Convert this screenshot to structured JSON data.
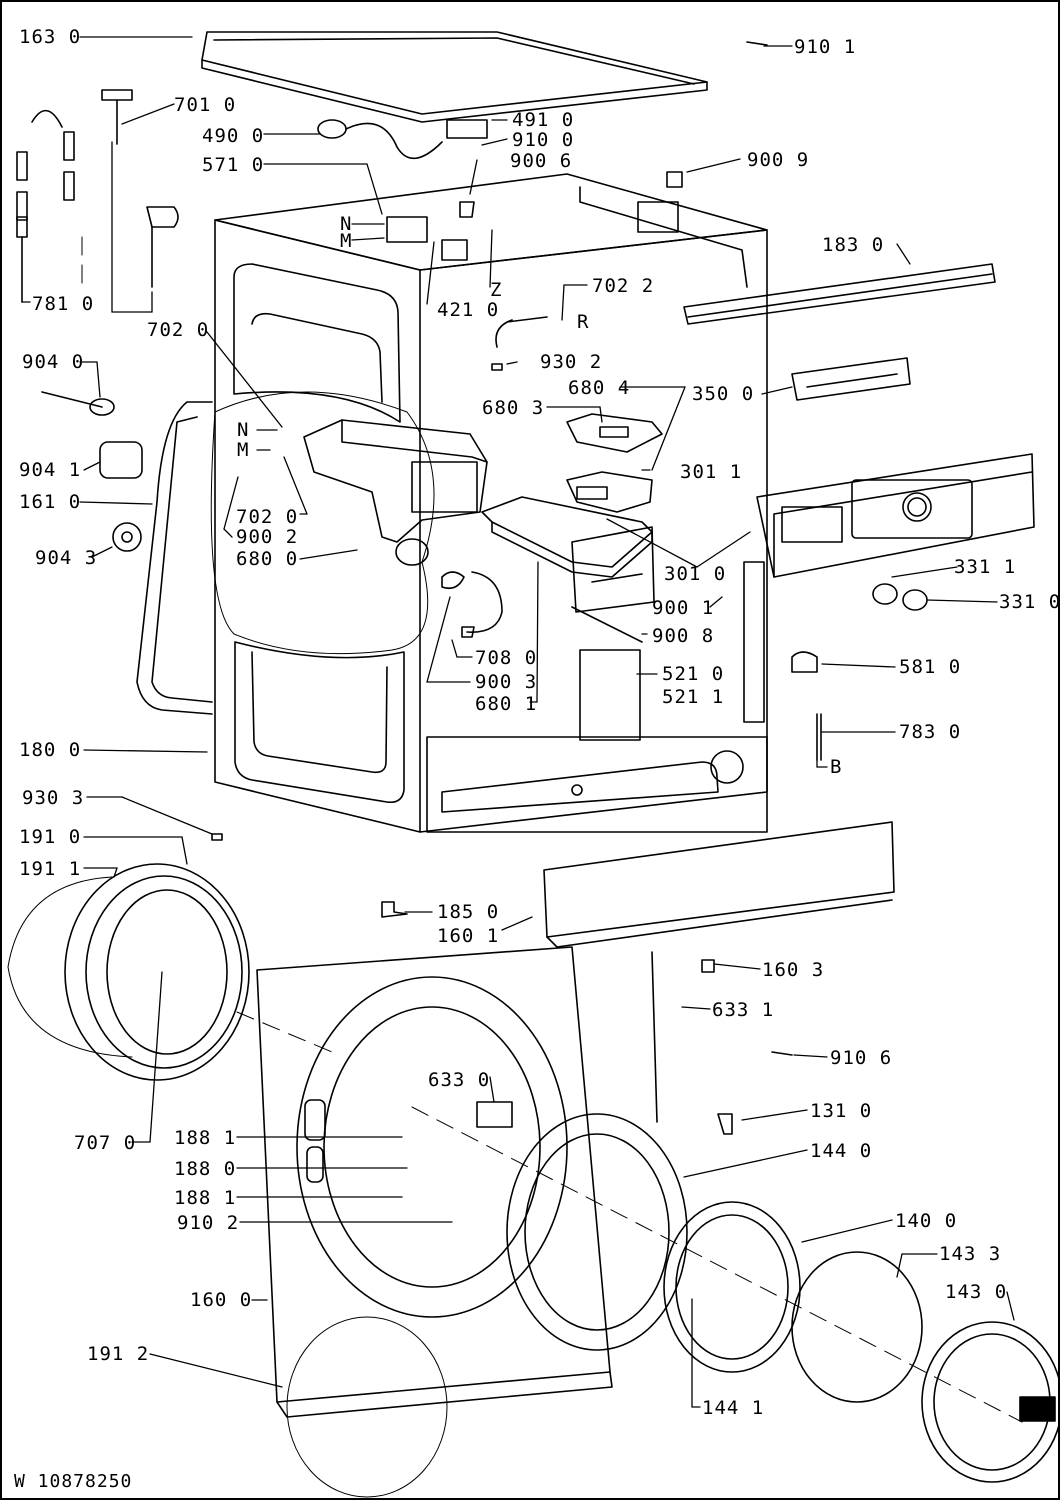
{
  "document_id": "W 10878250",
  "labels": {
    "l1630": "163 0",
    "l9101": "910 1",
    "l7010": "701 0",
    "l4910": "491 0",
    "l4900": "490 0",
    "l9100": "910 0",
    "l9006": "900 6",
    "l5710": "571 0",
    "l9009": "900 9",
    "lN1": "N",
    "lM1": "M",
    "l1830": "183 0",
    "l7810": "781 0",
    "lZ": "Z",
    "l4210": "421 0",
    "l7022": "702 2",
    "lR": "R",
    "l7020": "702 0",
    "l9302": "930 2",
    "l9040": "904 0",
    "l6804": "680 4",
    "l3500": "350 0",
    "l6803": "680 3",
    "lN2": "N",
    "lM2": "M",
    "l9041": "904 1",
    "l3011": "301 1",
    "l1610": "161 0",
    "l7020b": "702 0",
    "l9002": "900 2",
    "l9043": "904 3",
    "l6800": "680 0",
    "l3010": "301 0",
    "l3311": "331 1",
    "l3310": "331 0",
    "l9001": "900 1",
    "l9008": "900 8",
    "l7080": "708 0",
    "l5210": "521 0",
    "l5810": "581 0",
    "l9003": "900 3",
    "l5211": "521 1",
    "l6801": "680 1",
    "l7830": "783 0",
    "lB": "B",
    "l1800": "180 0",
    "l9303": "930 3",
    "l1910": "191 0",
    "l1911": "191 1",
    "l1850": "185 0",
    "l1601": "160 1",
    "l1603": "160 3",
    "l6331": "633 1",
    "l9106": "910 6",
    "l6330": "633 0",
    "l1310": "131 0",
    "l7070": "707 0",
    "l1881a": "188 1",
    "l1440": "144 0",
    "l1880": "188 0",
    "l1881b": "188 1",
    "l9102": "910 2",
    "l1400": "140 0",
    "l1433": "143 3",
    "l1600": "160 0",
    "l1430": "143 0",
    "l1912": "191 2",
    "l1441": "144 1"
  }
}
